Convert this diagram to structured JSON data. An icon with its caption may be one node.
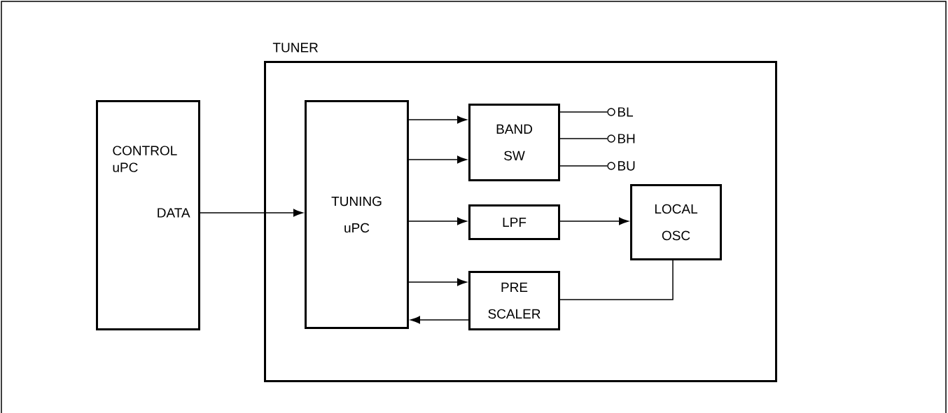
{
  "diagram": {
    "nodes": [
      {
        "text": [
          "CONTROL uPC",
          "DATA"
        ]
      },
      {
        "text": [
          "TUNER"
        ]
      },
      {
        "text": [
          "TUNING uPC"
        ],
        "in": 1
      },
      {
        "text": [
          "BAND SW"
        ],
        "in": 1
      },
      {
        "text": [
          "LPF"
        ],
        "in": 1
      },
      {
        "text": [
          "LOCAL OSC"
        ],
        "in": 1
      },
      {
        "text": [
          "PRE SCALER"
        ],
        "in": 1
      },
      {
        "text": [],
        "shape": "circle",
        "beside": [
          "BL"
        ],
        "in": 1
      },
      {
        "text": [],
        "shape": "circle",
        "beside": [
          "BH"
        ],
        "in": 1
      },
      {
        "text": [],
        "shape": "circle",
        "beside": [
          "BU"
        ],
        "in": 1
      }
    ],
    "edges": [
      {
        "from": 0,
        "to": 2,
        "arrow": "to"
      },
      {
        "from": 2,
        "to": 3,
        "arrow": "to"
      },
      {
        "from": 2,
        "to": 3,
        "arrow": "to"
      },
      {
        "from": 2,
        "to": 4,
        "arrow": "to"
      },
      {
        "from": 4,
        "to": 5,
        "arrow": "to"
      },
      {
        "from": 2,
        "to": 6,
        "arrow": "to"
      },
      {
        "from": 6,
        "to": 2,
        "arrow": "to"
      },
      {
        "from": 5,
        "to": 6,
        "arrow": "none"
      },
      {
        "from": 3,
        "to": 7,
        "arrow": "none"
      },
      {
        "from": 3,
        "to": 8,
        "arrow": "none"
      },
      {
        "from": 3,
        "to": 9,
        "arrow": "none"
      }
    ]
  }
}
